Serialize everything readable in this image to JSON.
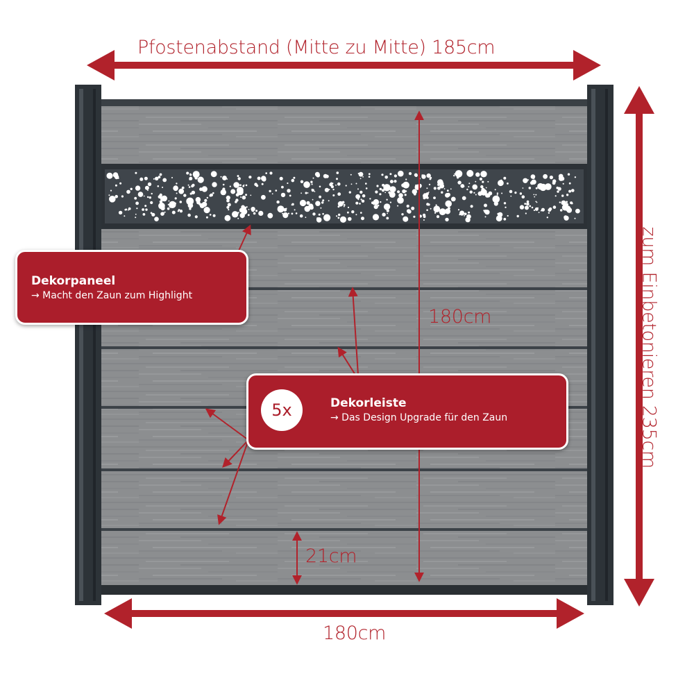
{
  "labels": {
    "post_spacing": "Pfostenabstand (Mitte zu Mitte) 185cm",
    "height_inner": "180cm",
    "board_height": "21cm",
    "width_bottom": "180cm",
    "post_length": "zum Einbetonieren 235cm"
  },
  "callouts": {
    "dekorpaneel": {
      "title": "Dekorpaneel",
      "subtitle": "→ Macht den Zaun zum Highlight"
    },
    "dekorleiste": {
      "badge": "5x",
      "title": "Dekorleiste",
      "subtitle": "→ Das Design Upgrade für den Zaun"
    }
  },
  "colors": {
    "accent": "#b1222b",
    "callout": "#ab1e2b",
    "post": "#2d3338",
    "board": "#8d8f91",
    "panel": "#3c4248"
  }
}
